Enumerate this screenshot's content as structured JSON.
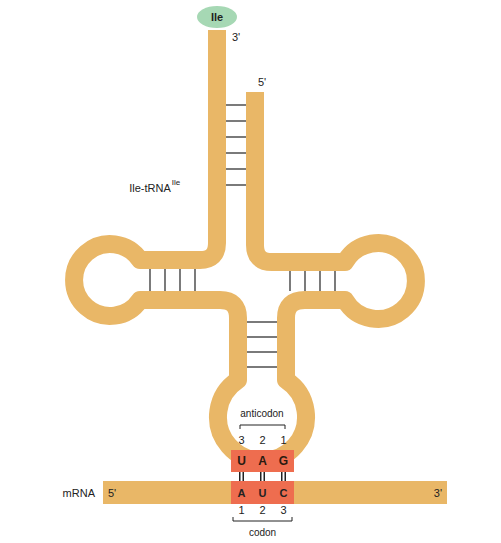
{
  "diagram": {
    "nodes": [
      {
        "text": [
          "Ile"
        ]
      },
      {
        "text": [
          "U"
        ]
      },
      {
        "text": [
          "A"
        ]
      },
      {
        "text": [
          "G"
        ]
      },
      {
        "text": [
          "mRNA",
          "5'",
          "3'"
        ]
      },
      {
        "text": [
          "A"
        ],
        "in": 4
      },
      {
        "text": [
          "U"
        ],
        "in": 4
      },
      {
        "text": [
          "C"
        ],
        "in": 4
      }
    ],
    "edges": [
      {
        "from": 1,
        "to": 5,
        "arrow": "none"
      },
      {
        "from": 2,
        "to": 6,
        "arrow": "none"
      },
      {
        "from": 3,
        "to": 7,
        "arrow": "none"
      }
    ],
    "labels": [
      "3'",
      "5'",
      "Ile-tRNA",
      "Ile",
      "anticodon",
      "3",
      "2",
      "1",
      "1",
      "2",
      "3",
      "codon"
    ]
  }
}
